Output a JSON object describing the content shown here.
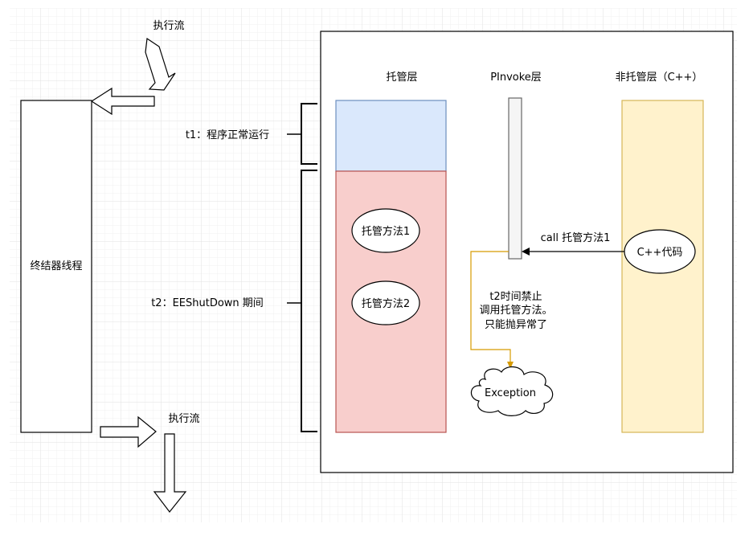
{
  "flow_top_label": "执行流",
  "flow_bottom_label": "执行流",
  "finalizer_thread_label": "终结器线程",
  "t1_label": "t1：程序正常运行",
  "t2_label": "t2：EEShutDown 期间",
  "managed_layer_title": "托管层",
  "pinvoke_layer_title": "PInvoke层",
  "unmanaged_layer_title": "非托管层（C++）",
  "managed_method_1": "托管方法1",
  "managed_method_2": "托管方法2",
  "cpp_code_label": "C++代码",
  "call_label": "call 托管方法1",
  "note_lines": [
    "t2时间禁止",
    "调用托管方法。",
    "只能抛异常了"
  ],
  "exception_label": "Exception",
  "colors": {
    "managed_top_fill": "#dae8fc",
    "managed_top_stroke": "#6c8ebf",
    "managed_bottom_fill": "#f8cecc",
    "managed_bottom_stroke": "#b85450",
    "unmanaged_fill": "#fff2cc",
    "unmanaged_stroke": "#d6b656",
    "pinvoke_fill": "#f5f5f5",
    "pinvoke_stroke": "#666666",
    "orange_line": "#d79b00"
  }
}
